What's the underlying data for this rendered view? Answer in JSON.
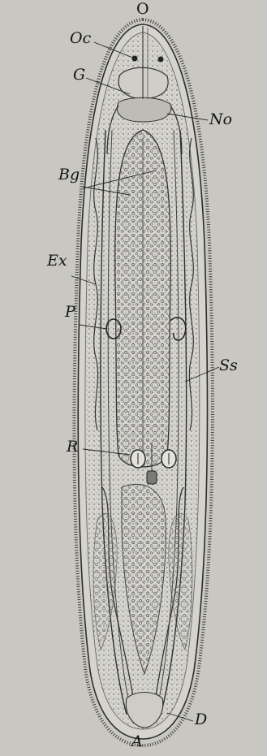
{
  "figure": {
    "labels": {
      "top": "O",
      "oc": "Oc",
      "g": "G",
      "no": "No",
      "bg": "Bg",
      "ex": "Ex",
      "p": "P",
      "ss": "Ss",
      "r": "R",
      "d": "D",
      "a": "A"
    }
  }
}
